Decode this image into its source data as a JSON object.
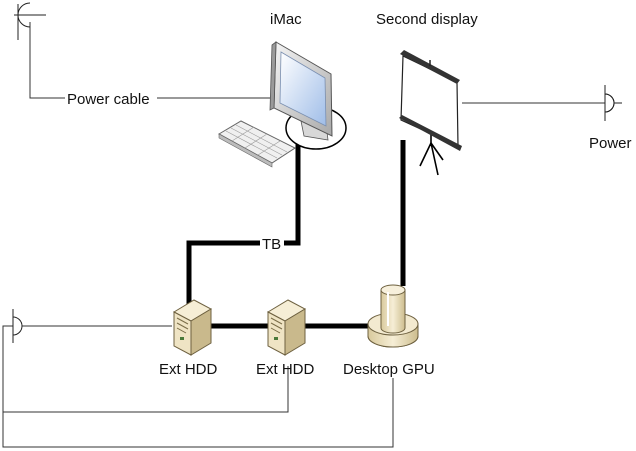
{
  "diagram": {
    "labels": {
      "imac": "iMac",
      "second_display": "Second display",
      "power_cable": "Power cable",
      "power": "Power",
      "tb": "TB",
      "ext_hdd_1": "Ext HDD",
      "ext_hdd_2": "Ext HDD",
      "desktop_gpu": "Desktop GPU"
    },
    "icons": [
      "power-outlet-icon",
      "imac-monitor-icon",
      "keyboard-icon",
      "projector-screen-icon",
      "server-tower-icon",
      "gpu-cylinder-icon"
    ],
    "colors": {
      "thick_cable": "#000000",
      "thin_cable": "#333333",
      "screen_blue": "#cfe0f7",
      "device_beige": "#efe4c4",
      "device_tan": "#c9b98c"
    }
  }
}
